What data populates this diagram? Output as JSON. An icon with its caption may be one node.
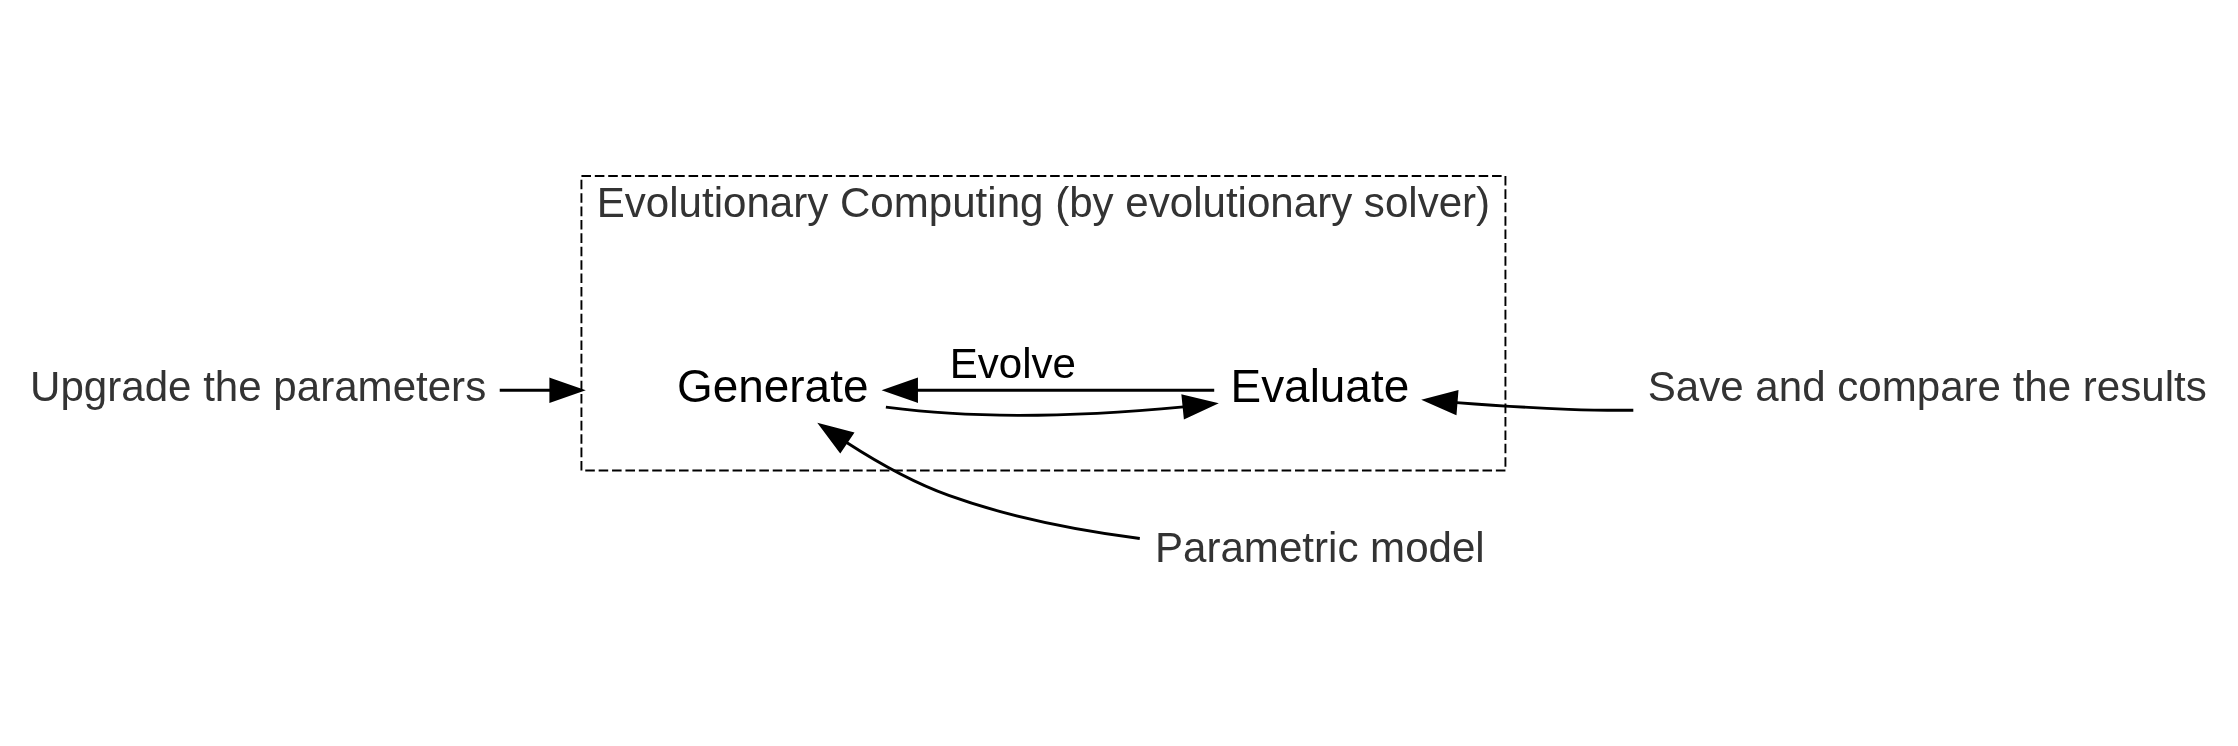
{
  "diagram": {
    "nodes": [
      {
        "text": [
          "Evolutionary Computing (by evolutionary solver)"
        ]
      },
      {
        "text": [
          "Generate"
        ],
        "in": 0
      },
      {
        "text": [
          "Evaluate"
        ],
        "in": 0
      },
      {
        "text": [
          "Parametric model"
        ]
      },
      {
        "text": [
          "Save and compare the results"
        ]
      },
      {
        "text": [
          "Upgrade the parameters"
        ]
      }
    ],
    "edges": [
      {
        "from": 3,
        "to": 1,
        "arrow": "to"
      },
      {
        "from": 1,
        "to": 2,
        "arrow": "to"
      },
      {
        "from": 4,
        "to": 2,
        "arrow": "to"
      },
      {
        "from": 2,
        "to": 1,
        "arrow": "to",
        "label": "Evolve"
      },
      {
        "from": 5,
        "to": 0,
        "arrow": "to"
      }
    ]
  }
}
